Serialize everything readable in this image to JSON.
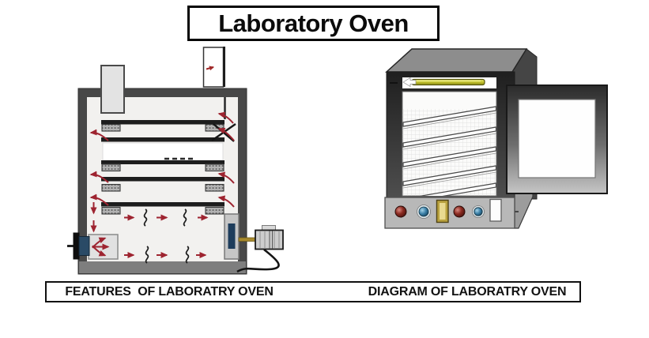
{
  "page": {
    "title": "Laboratory Oven"
  },
  "captions": {
    "left": "FEATURES  OF LABORATRY OVEN",
    "right": "DIAGRAM OF LABORATRY OVEN"
  },
  "palette": {
    "airflow_arrow_red": "#9e2430",
    "oven_wall_gray": "#484848",
    "oven_bottom_gray": "#7e7e7e",
    "chamber_offwhite": "#f2f1ef",
    "heater_bar_yellow": "#c2c22e",
    "brass_rod": "#a88a2e",
    "fan_motor_blue": "#2a4a66",
    "thermostat_blue": "#1e3d5c",
    "knob_red": "#8c2b22",
    "knob_blue": "#3a7ea6",
    "switch_gold": "#ccb75c",
    "control_panel_gray": "#b8b8b8",
    "door_dark": "#2b2b2b"
  },
  "diagrams": {
    "features": {
      "caption_ref": "left",
      "icon_parts": [
        "exhaust-chimney-left",
        "air-vent-right",
        "shelf-bar",
        "shelf-spacer-block",
        "sample-tray",
        "airflow-arrows",
        "heater-coil",
        "circulation-fan-box",
        "fan-motor",
        "thermostat-sensor",
        "brass-rod",
        "external-motor-box",
        "power-cable"
      ]
    },
    "oven_3d": {
      "caption_ref": "right",
      "icon_parts": [
        "top-heater-bar",
        "left-direction-arrow",
        "wire-shelf",
        "control-panel",
        "red-knob",
        "blue-knob",
        "gold-switch",
        "white-indicator",
        "glass-door"
      ]
    }
  }
}
